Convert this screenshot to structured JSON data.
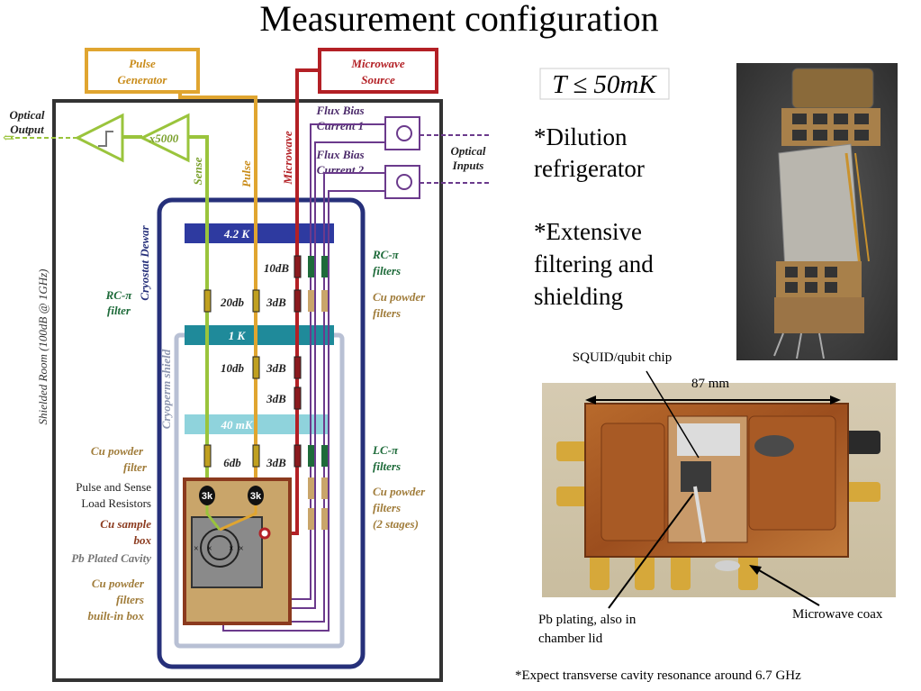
{
  "title": "Measurement configuration",
  "schematic": {
    "pulse_generator": [
      "Pulse",
      "Generator"
    ],
    "microwave_source": [
      "Microwave",
      "Source"
    ],
    "flux_bias_1": [
      "Flux Bias",
      "Current 1"
    ],
    "flux_bias_2": [
      "Flux Bias",
      "Current 2"
    ],
    "optical_output": [
      "Optical",
      "Output"
    ],
    "optical_inputs": [
      "Optical",
      "Inputs"
    ],
    "amplifier_gain": "x5000",
    "line_sense": "Sense",
    "line_pulse": "Pulse",
    "line_microwave": "Microwave",
    "shielded_room": "Shielded Room (100dB @ 1GHz)",
    "cryostat_dewar": "Cryostat Dewar",
    "cryoperm_shield": "Cryoperm shield",
    "stage_4k": "4.2 K",
    "stage_1k": "1 K",
    "stage_40mk": "40 mK",
    "att_10db_4k": "10dB",
    "att_20db": "20db",
    "att_3db_a": "3dB",
    "att_10db_1k": "10db",
    "att_3db_b": "3dB",
    "att_3db_c": "3dB",
    "att_6db": "6db",
    "att_3db_d": "3dB",
    "resistor_3k": "3k",
    "left_rc_filter": [
      "RC-π",
      "filter"
    ],
    "left_cu_powder": [
      "Cu powder",
      "filter"
    ],
    "left_load_resistors": [
      "Pulse and Sense",
      "Load Resistors"
    ],
    "left_cu_sample_box": [
      "Cu sample",
      "box"
    ],
    "left_pb_cavity": "Pb Plated Cavity",
    "left_builtin": [
      "Cu powder",
      "filters",
      "built-in box"
    ],
    "right_rc_filters": [
      "RC-π",
      "filters"
    ],
    "right_cu_powder_filters": [
      "Cu powder",
      "filters"
    ],
    "right_lc_filters": [
      "LC-π",
      "filters"
    ],
    "right_cu_powder_2stage": [
      "Cu powder",
      "filters",
      "(2 stages)"
    ]
  },
  "temperature_formula": "T ≤ 50mK",
  "bullets": [
    [
      "*Dilution",
      "refrigerator"
    ],
    [
      "*Extensive",
      "filtering and",
      "shielding"
    ]
  ],
  "photo_labels": {
    "chip": "SQUID/qubit chip",
    "dimension": "87 mm",
    "pb_plating": [
      "Pb plating, also in",
      "chamber lid"
    ],
    "coax": "Microwave coax"
  },
  "footnote": "*Expect transverse cavity resonance around 6.7 GHz",
  "colors": {
    "sense_green": "#9ac43c",
    "pulse_orange": "#e0a530",
    "microwave_red": "#b32025",
    "flux_purple": "#6b3a8c",
    "dewar_navy": "#26307a",
    "stage_4k": "#2e3aa0",
    "stage_1k": "#1f8a9a",
    "stage_40mk": "#8fd3dc",
    "copper": "#c8761f",
    "filter_green": "#1e6b3a",
    "powder_tan": "#c9a56a"
  }
}
